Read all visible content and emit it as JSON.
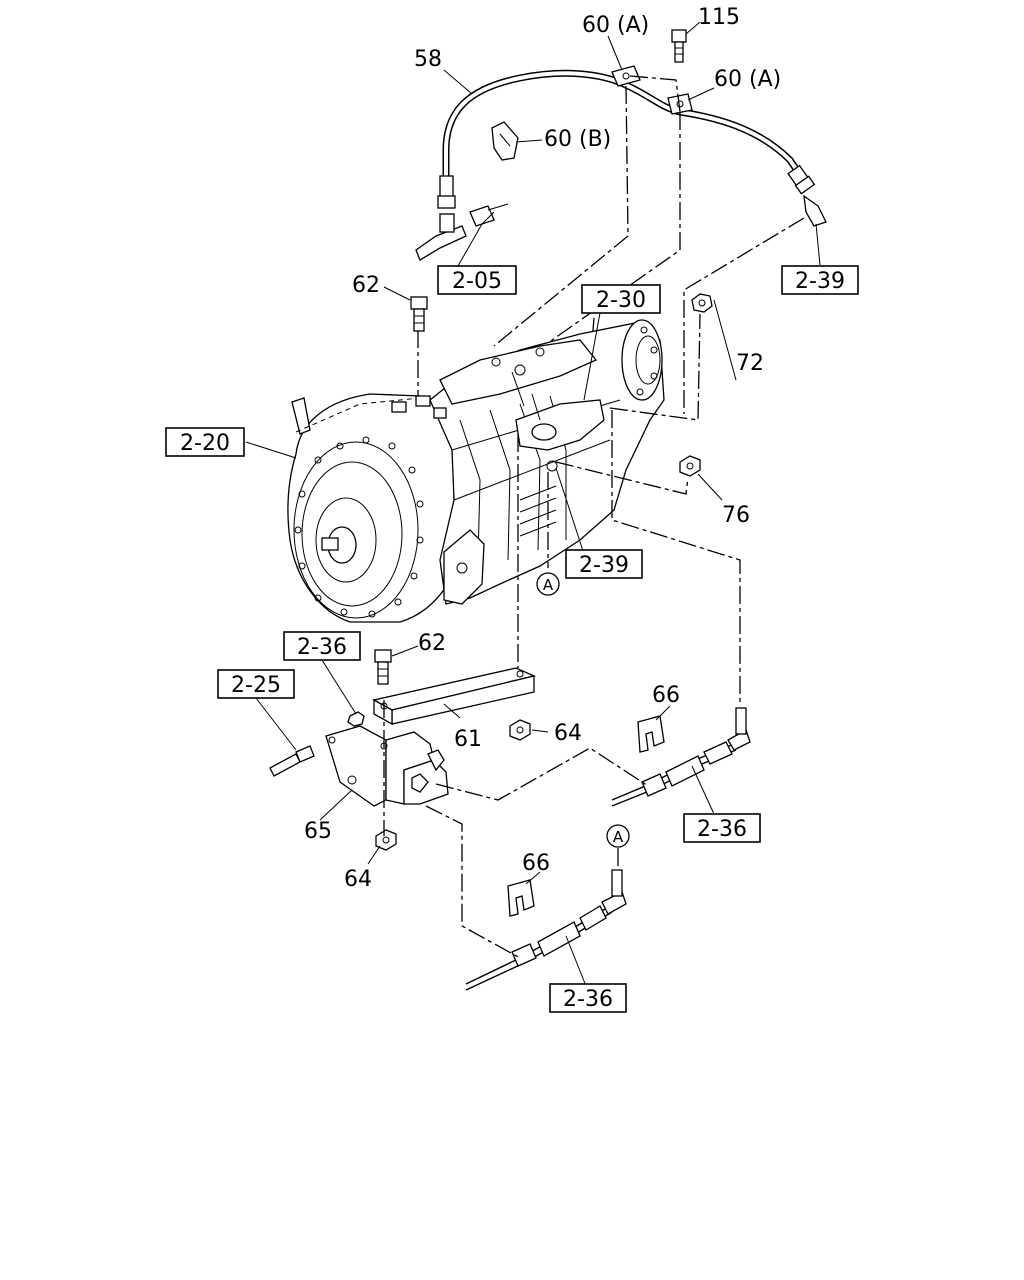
{
  "callouts": {
    "c58": "58",
    "c60a_1": "60 (A)",
    "c115": "115",
    "c60a_2": "60 (A)",
    "c60b": "60 (B)",
    "c62_top": "62",
    "c72": "72",
    "c76": "76",
    "c62_bottom": "62",
    "c61": "61",
    "c64_right": "64",
    "c66_right": "66",
    "c65": "65",
    "c64_bottom": "64",
    "c66_bottom": "66",
    "marker_a1": "A",
    "marker_a2": "A"
  },
  "references": {
    "r205": "2-05",
    "r239_top": "2-39",
    "r230": "2-30",
    "r220": "2-20",
    "r239_mid": "2-39",
    "r236_left": "2-36",
    "r225": "2-25",
    "r236_right": "2-36",
    "r236_bottom": "2-36"
  }
}
